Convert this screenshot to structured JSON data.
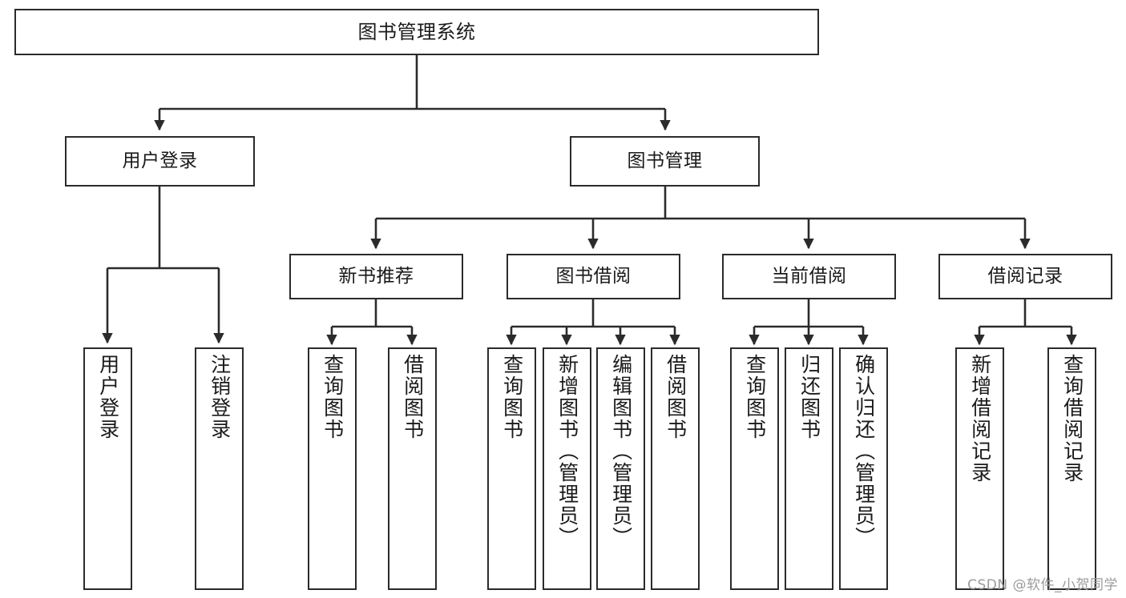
{
  "diagram": {
    "type": "tree-hierarchy",
    "root": {
      "id": "root",
      "label": "图书管理系统"
    },
    "level2": [
      {
        "id": "user-login",
        "label": "用户登录"
      },
      {
        "id": "book-manage",
        "label": "图书管理"
      }
    ],
    "level3": [
      {
        "id": "new-book-rec",
        "label": "新书推荐",
        "parent": "book-manage"
      },
      {
        "id": "book-borrow",
        "label": "图书借阅",
        "parent": "book-manage"
      },
      {
        "id": "current-borrow",
        "label": "当前借阅",
        "parent": "book-manage"
      },
      {
        "id": "borrow-record",
        "label": "借阅记录",
        "parent": "book-manage"
      }
    ],
    "leaves": [
      {
        "id": "leaf-user-login",
        "label": "用户登录",
        "parent": "user-login"
      },
      {
        "id": "leaf-logout-login",
        "label": "注销登录",
        "parent": "user-login"
      },
      {
        "id": "leaf-query-book-1",
        "label": "查询图书",
        "parent": "new-book-rec"
      },
      {
        "id": "leaf-borrow-book-1",
        "label": "借阅图书",
        "parent": "new-book-rec"
      },
      {
        "id": "leaf-query-book-2",
        "label": "查询图书",
        "parent": "book-borrow"
      },
      {
        "id": "leaf-add-book",
        "label": "新增图书（管理员）",
        "parent": "book-borrow"
      },
      {
        "id": "leaf-edit-book",
        "label": "编辑图书（管理员）",
        "parent": "book-borrow"
      },
      {
        "id": "leaf-borrow-book-2",
        "label": "借阅图书",
        "parent": "book-borrow"
      },
      {
        "id": "leaf-query-book-3",
        "label": "查询图书",
        "parent": "current-borrow"
      },
      {
        "id": "leaf-return-book",
        "label": "归还图书",
        "parent": "current-borrow"
      },
      {
        "id": "leaf-confirm-return",
        "label": "确认归还（管理员）",
        "parent": "current-borrow"
      },
      {
        "id": "leaf-add-record",
        "label": "新增借阅记录",
        "parent": "borrow-record"
      },
      {
        "id": "leaf-query-record",
        "label": "查询借阅记录",
        "parent": "borrow-record"
      }
    ],
    "colors": {
      "stroke": "#2b2b2b",
      "fill": "#ffffff",
      "text": "#1a1a1a",
      "watermark": "#9b9b9b"
    }
  },
  "watermark": {
    "text": "CSDN @软件_小贺同学"
  }
}
